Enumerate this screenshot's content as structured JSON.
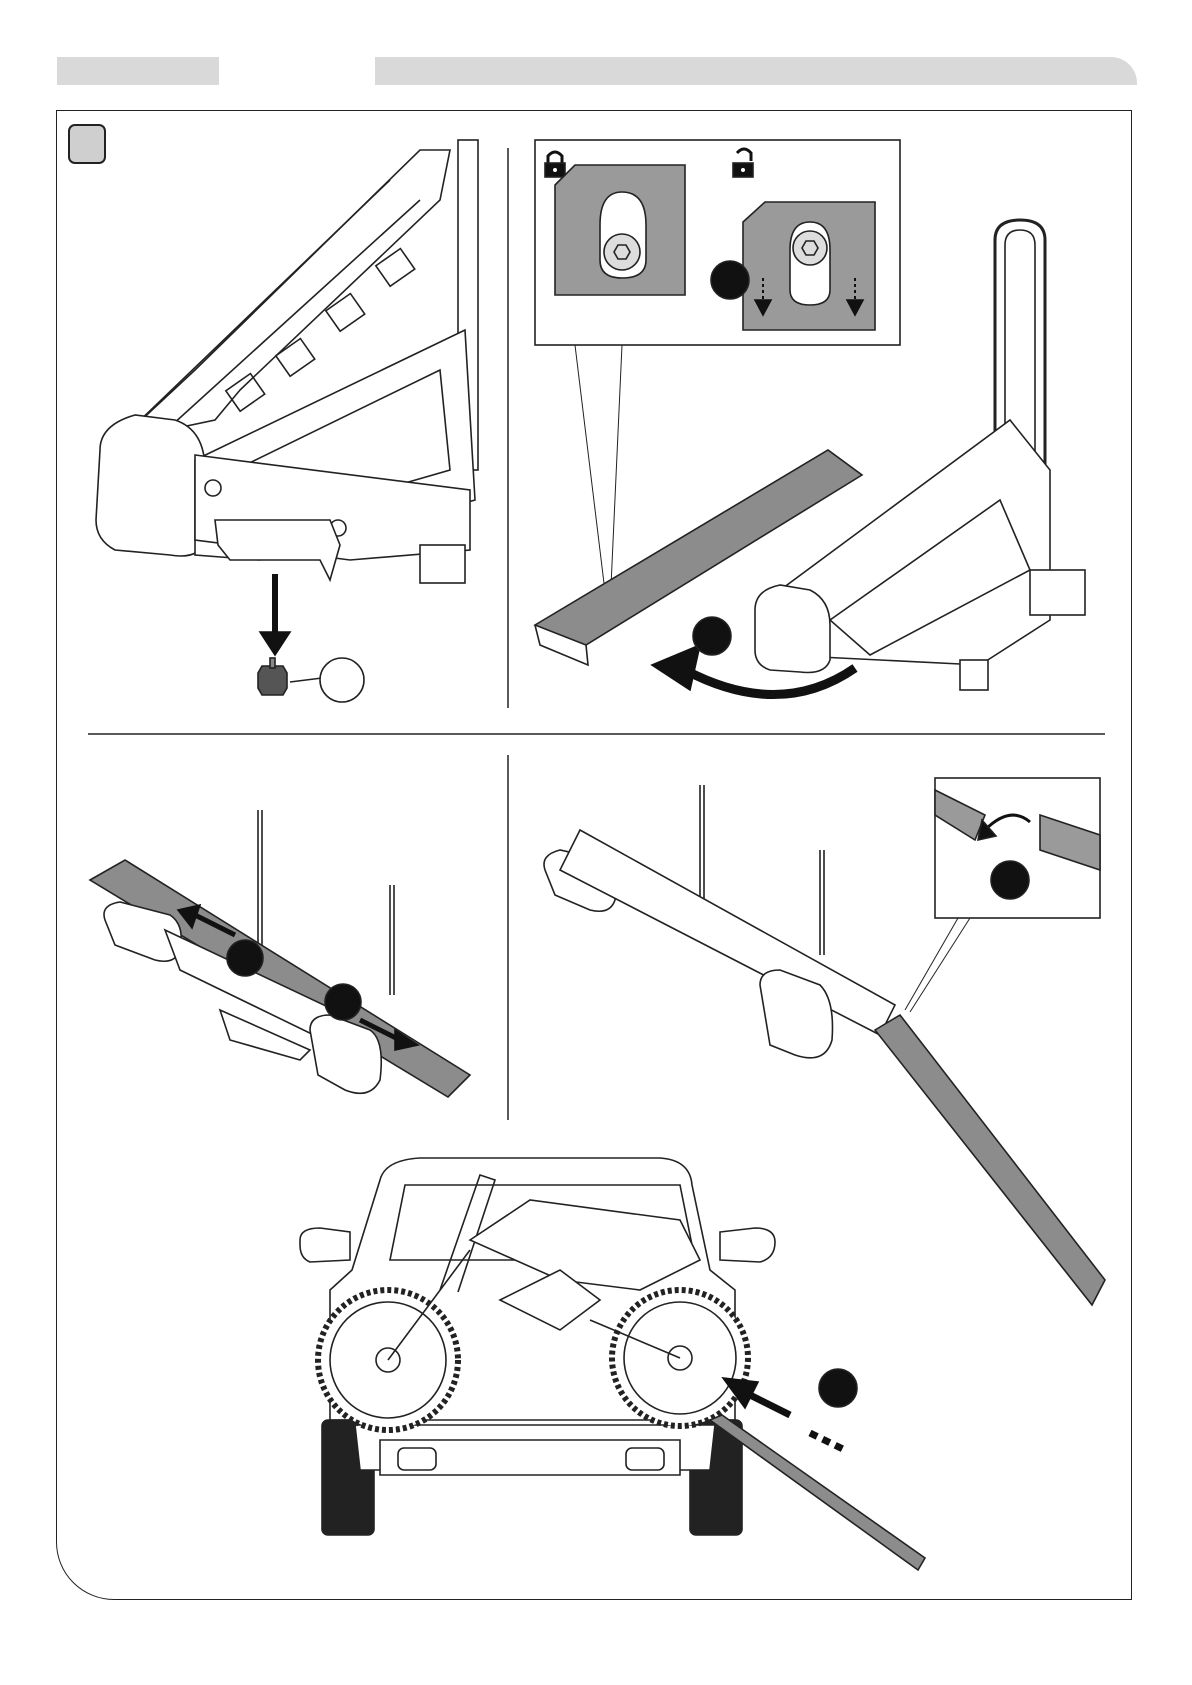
{
  "header": {
    "left_tab": "",
    "right_tab": ""
  },
  "step": {
    "number": ""
  },
  "figures": [
    {
      "name": "knob-removal",
      "callout": ""
    },
    {
      "name": "lock-unlock-detail",
      "icons": [
        "lock-closed-icon",
        "lock-open-icon"
      ]
    },
    {
      "name": "ramp-slide-out"
    },
    {
      "name": "ramp-attach"
    },
    {
      "name": "motorcycle-loading"
    }
  ],
  "colors": {
    "panel_gray": "#d9d9d9",
    "ramp_gray": "#8c8c8c",
    "badge": "#222222",
    "outline": "#222222"
  }
}
